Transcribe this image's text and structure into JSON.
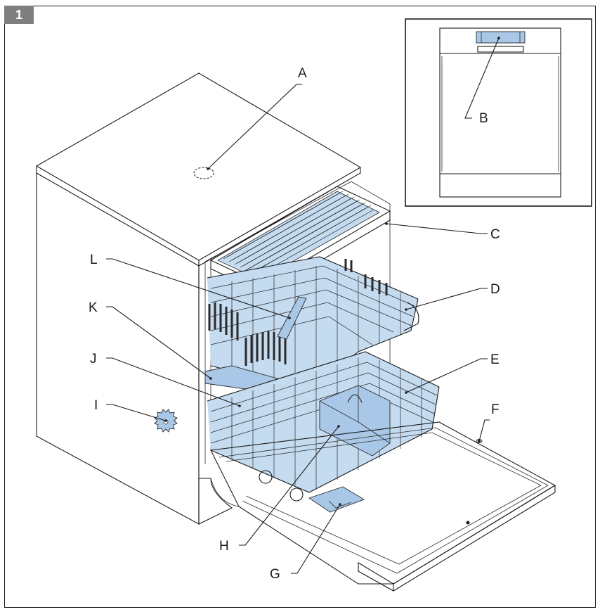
{
  "figure": {
    "number": "1"
  },
  "callouts": [
    {
      "id": "A"
    },
    {
      "id": "B"
    },
    {
      "id": "C"
    },
    {
      "id": "D"
    },
    {
      "id": "E"
    },
    {
      "id": "F"
    },
    {
      "id": "G"
    },
    {
      "id": "H"
    },
    {
      "id": "I"
    },
    {
      "id": "J"
    },
    {
      "id": "K"
    },
    {
      "id": "L"
    }
  ],
  "colors": {
    "highlight": "#a9c8e8",
    "line": "#1a1a1a",
    "badge": "#7f7f7f"
  }
}
